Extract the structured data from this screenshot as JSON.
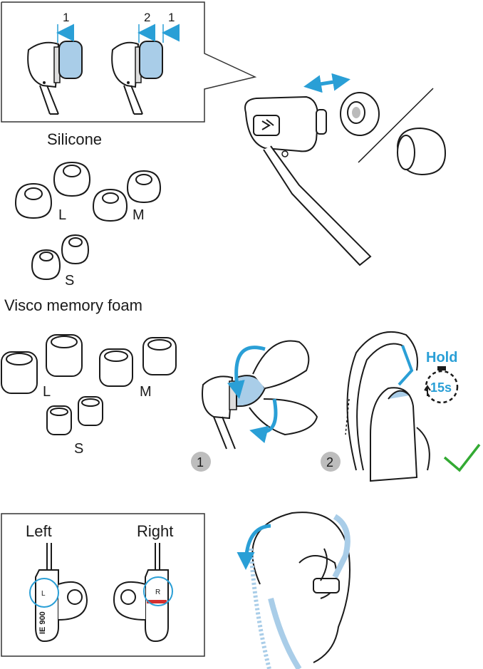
{
  "colors": {
    "accent": "#2a9fd6",
    "tip_fill": "#a9cde8",
    "check": "#33aa33",
    "step_badge": "#bdbdbd",
    "red_ring": "#d32f2f"
  },
  "fit_sequence": {
    "first_step_label": "1",
    "second_step_labels": [
      "2",
      "1"
    ]
  },
  "silicone": {
    "heading": "Silicone",
    "size_labels": [
      "L",
      "M",
      "S"
    ]
  },
  "foam": {
    "heading": "Visco memory foam",
    "size_labels": [
      "L",
      "M",
      "S"
    ]
  },
  "insertion": {
    "step_badges": [
      "1",
      "2"
    ],
    "hold_label": "Hold",
    "timer_label": "15s"
  },
  "channels": {
    "left_heading": "Left",
    "right_heading": "Right",
    "left_marker": "L",
    "right_marker": "R",
    "model_label": "IE 900"
  }
}
